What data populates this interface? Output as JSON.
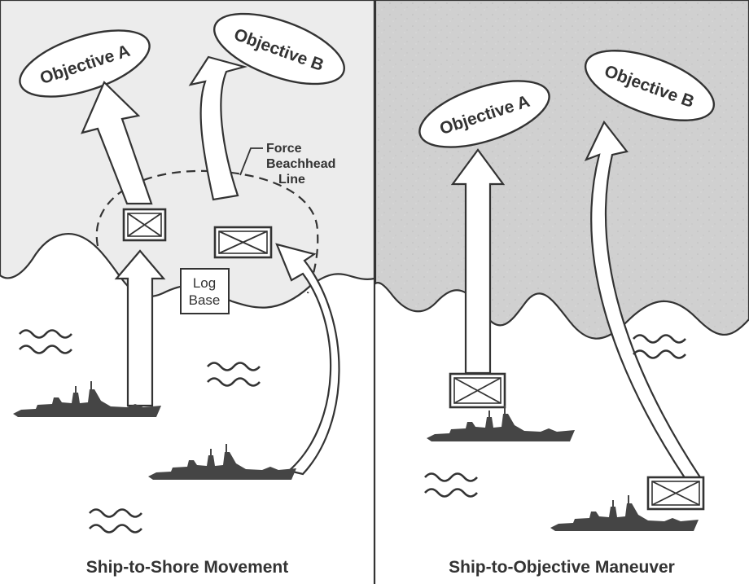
{
  "panels": [
    {
      "caption": "Ship-to-Shore Movement",
      "objective_a": "Objective A",
      "objective_b": "Objective B",
      "beachhead_label": [
        "Force",
        "Beachhead",
        "Line"
      ],
      "log_base_label": [
        "Log",
        "Base"
      ]
    },
    {
      "caption": "Ship-to-Objective Maneuver",
      "objective_a": "Objective A",
      "objective_b": "Objective B"
    }
  ],
  "colors": {
    "land_left": "#ececec",
    "land_right": "#d0d0d0",
    "ink": "#333333",
    "arrow_fill": "#ffffff",
    "ship": "#454545"
  },
  "icons": [
    "infantry-unit-icon",
    "ship-icon",
    "wave-icon",
    "arrow"
  ]
}
